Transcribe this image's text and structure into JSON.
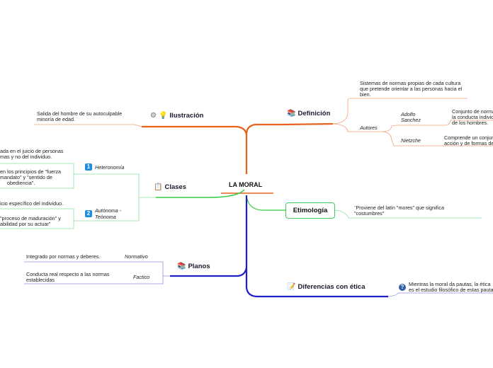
{
  "center": {
    "title": "LA MORAL"
  },
  "branches": {
    "definicion": {
      "label": "Definición",
      "icon": "books-icon",
      "color": "#e8621c",
      "text": [
        "Sistemas de normas propias de cada cultura",
        "que pretende orientar a las personas hacia el",
        "bien."
      ],
      "autores": {
        "label": "Autores",
        "items": [
          {
            "name": [
              "Adolfo",
              "Sanchez"
            ],
            "text": [
              "Conjunto de normas",
              "la conducta individual",
              "de los hombres."
            ]
          },
          {
            "name": [
              "Nietzche"
            ],
            "text": [
              "Comprende un conjunto",
              "acción y de formas de"
            ]
          }
        ]
      }
    },
    "ilustracion": {
      "label": "Ilustración",
      "icon": "lightbulb-icon",
      "color": "#e8621c",
      "text": [
        "Salida del hombre de su autoculpable",
        "minoría de edad."
      ]
    },
    "clases": {
      "label": "Clases",
      "icon": "clipboard-icon",
      "color": "#2ecc40",
      "heteronomia": {
        "number": "1",
        "label": "Heteronomía",
        "texts": [
          [
            "ada en el juicio de personas",
            "mas y no del individuo."
          ],
          [
            "en los principios de \"fuerza",
            "mandato\" y \"sentido de",
            "obediencia\"."
          ]
        ]
      },
      "autonoma": {
        "number": "2",
        "label": [
          "Autónoma -",
          "Teónoma"
        ],
        "texts": [
          [
            "icio específico del individuo."
          ],
          [
            "\"proceso de maduración\" y",
            "abilidad por su actuar\""
          ]
        ]
      }
    },
    "etimologia": {
      "label": "Etimología",
      "color": "#2ecc40",
      "text": [
        "¨Proviene del latín \"mores\" que significa",
        "\"costumbres\""
      ]
    },
    "planos": {
      "label": "Planos",
      "icon": "books-icon",
      "color": "#2020c8",
      "normativo": {
        "label": "Normativo",
        "text": [
          "Integrado por normas y deberes."
        ]
      },
      "factico": {
        "label": "Factico",
        "text": [
          "Conducta real respecto a las normas",
          "establecidas"
        ]
      }
    },
    "diferencias": {
      "label": "Diferencias con ética",
      "icon": "memo-icon",
      "color": "#2020c8",
      "text": [
        "Mientras la moral da pautas, la ética",
        "es el estudio filosófico de estas pautas"
      ]
    }
  }
}
